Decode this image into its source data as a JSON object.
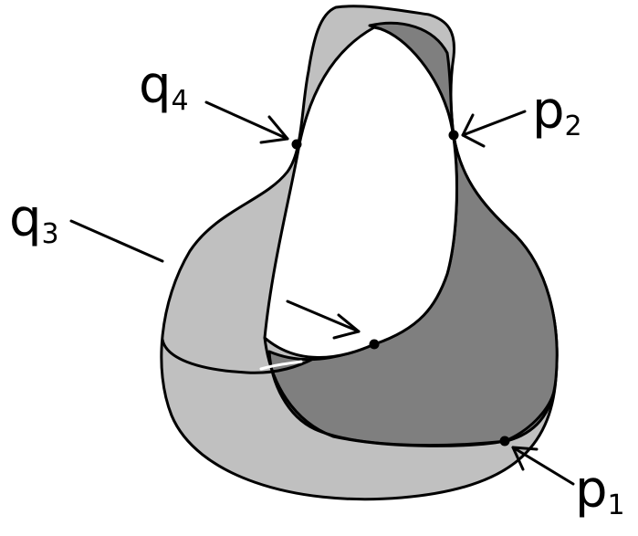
{
  "figure": {
    "colors": {
      "light_sheet": "#c0c0c0",
      "dark_sheet": "#7f7f7f",
      "outline": "#000000",
      "background": "#ffffff"
    },
    "labels": {
      "q4": {
        "base": "q",
        "sub": "4"
      },
      "p2": {
        "base": "p",
        "sub": "2"
      },
      "q3": {
        "base": "q",
        "sub": "3"
      },
      "p1": {
        "base": "p",
        "sub": "1"
      }
    }
  }
}
